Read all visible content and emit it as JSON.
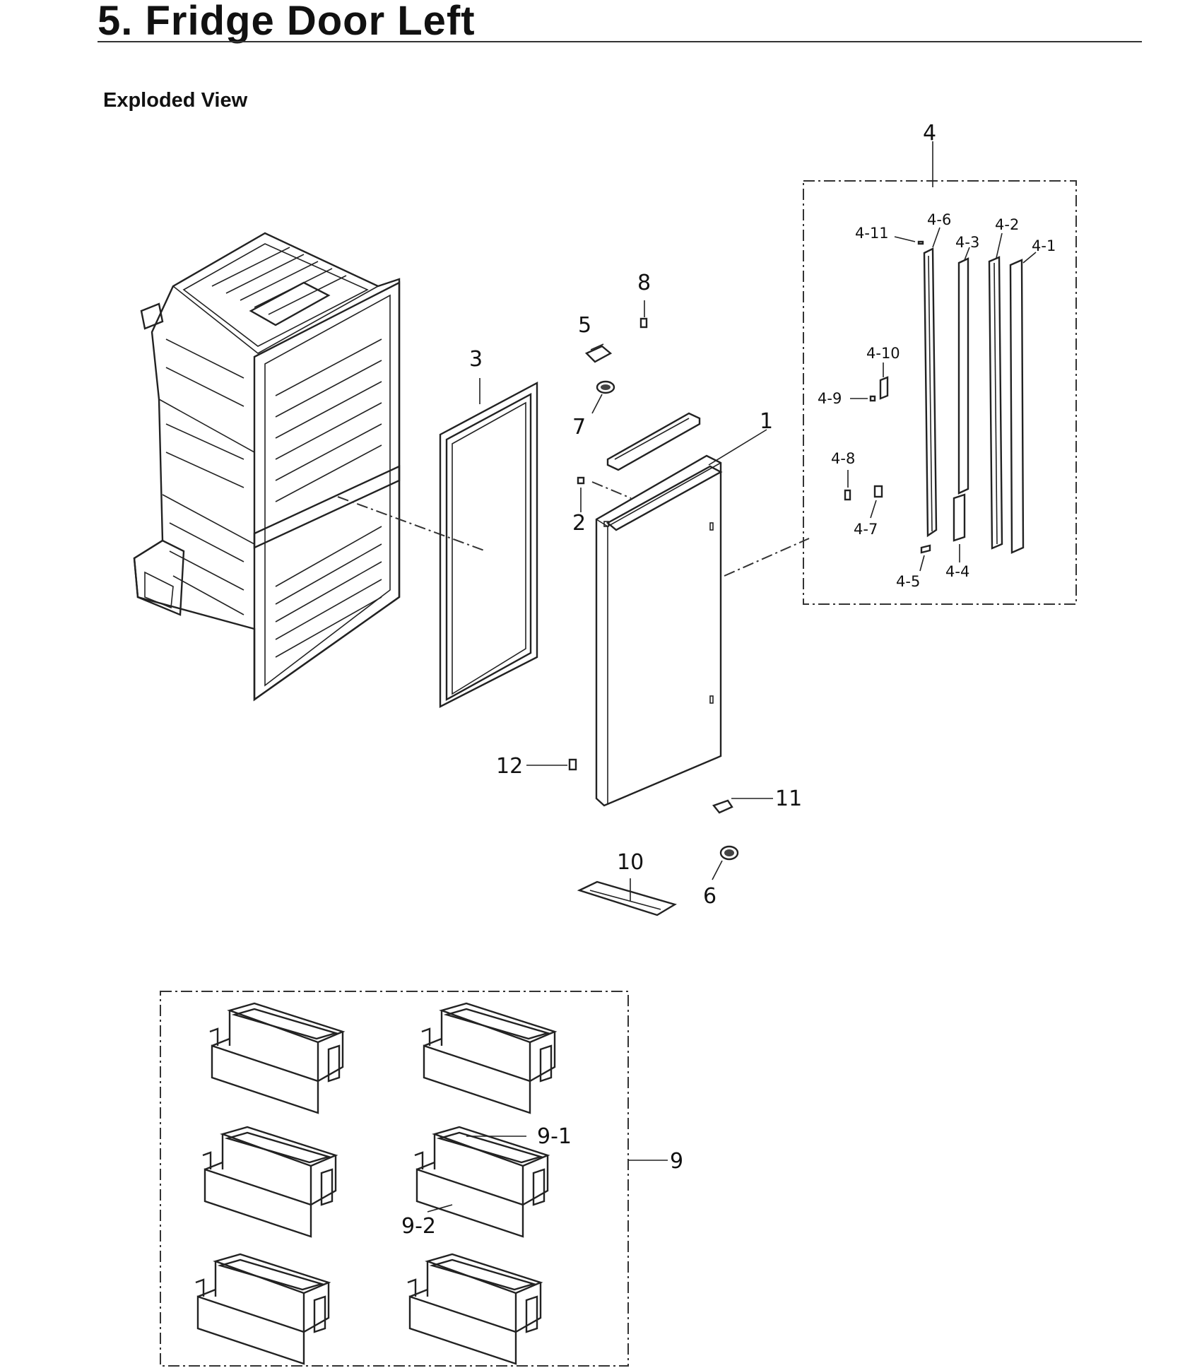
{
  "page": {
    "title": "5.  Fridge Door Left",
    "subtitle": "Exploded View"
  },
  "labels": {
    "p1": "1",
    "p2": "2",
    "p3": "3",
    "p4": "4",
    "p5": "5",
    "p6": "6",
    "p7": "7",
    "p8": "8",
    "p9": "9",
    "p10": "10",
    "p11": "11",
    "p12": "12",
    "p4_1": "4-1",
    "p4_2": "4-2",
    "p4_3": "4-3",
    "p4_4": "4-4",
    "p4_5": "4-5",
    "p4_6": "4-6",
    "p4_7": "4-7",
    "p4_8": "4-8",
    "p4_9": "4-9",
    "p4_10": "4-10",
    "p4_11": "4-11",
    "p9_1": "9-1",
    "p9_2": "9-2"
  }
}
